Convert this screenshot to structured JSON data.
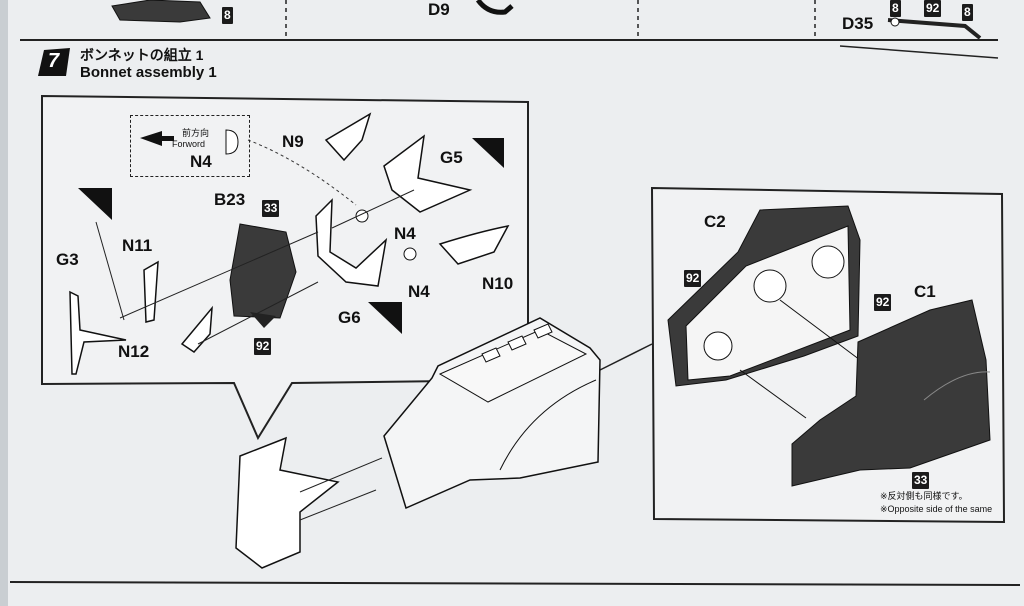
{
  "top_strip": {
    "left_badge": "8",
    "center_label": "D9",
    "right_label": "D35",
    "right_badges": [
      "8",
      "92",
      "8"
    ]
  },
  "step": {
    "number": "7",
    "title_jp": "ボンネットの組立 1",
    "title_en": "Bonnet assembly 1"
  },
  "forward_box": {
    "jp": "前方向",
    "en": "Forword",
    "part": "N4"
  },
  "left_panel": {
    "labels": {
      "n9": "N9",
      "g5": "G5",
      "b23": "B23",
      "b23_badge": "33",
      "n4_a": "N4",
      "n4_b": "N4",
      "n10": "N10",
      "g3": "G3",
      "n11": "N11",
      "n12": "N12",
      "g6": "G6",
      "badge_92": "92"
    }
  },
  "right_panel": {
    "labels": {
      "c2": "C2",
      "c1": "C1",
      "badge_92_left": "92",
      "badge_92_right": "92",
      "badge_33": "33"
    },
    "notes": {
      "jp": "※反対側も同様です。",
      "en": "※Opposite side of the same"
    }
  },
  "colors": {
    "paper": "#eceef0",
    "ink": "#111111",
    "dark_part": "#3a3a3a"
  }
}
